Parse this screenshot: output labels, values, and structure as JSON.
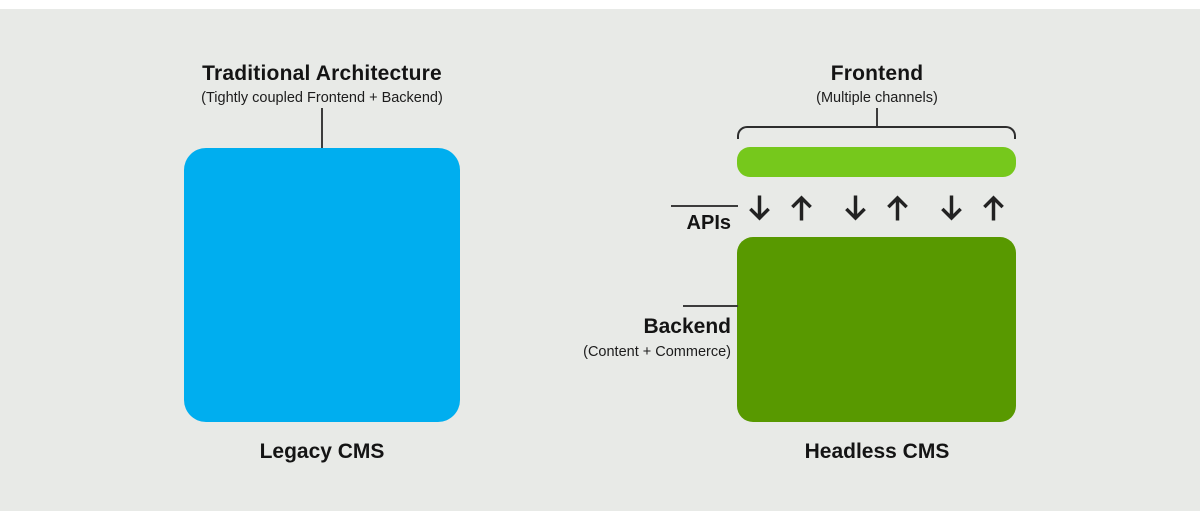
{
  "canvas": {
    "background_color": "#e8eae7",
    "band_color": "#ffffff"
  },
  "left_panel": {
    "title": "Traditional Architecture",
    "subtitle": "(Tightly coupled Frontend + Backend)",
    "box_color": "#00aeef",
    "caption": "Legacy CMS"
  },
  "right_panel": {
    "frontend": {
      "title": "Frontend",
      "subtitle": "(Multiple channels)",
      "bar_color": "#76c81c"
    },
    "apis": {
      "label": "APIs",
      "arrow_pairs": 3,
      "arrow_color": "#222222"
    },
    "backend": {
      "title": "Backend",
      "subtitle": "(Content + Commerce)",
      "box_color": "#589900"
    },
    "caption": "Headless CMS"
  },
  "icons": {
    "down": "arrow-down-icon",
    "up": "arrow-up-icon"
  }
}
